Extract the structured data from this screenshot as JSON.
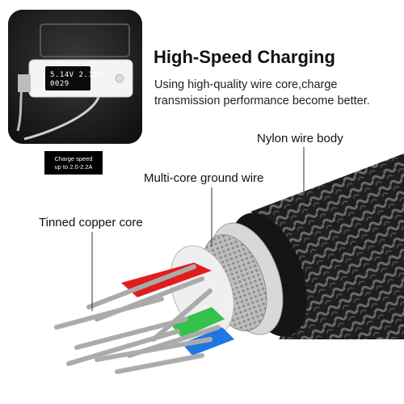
{
  "header": {
    "title": "High-Speed Charging",
    "subtitle": "Using high-quality wire core,charge transmission performance become better."
  },
  "meter": {
    "readout_line1": "5.14V 2.13A",
    "readout_line2": "0029"
  },
  "badge": {
    "line1": "Charge speed",
    "line2": "up to 2.0-2.2A"
  },
  "callouts": {
    "nylon": "Nylon wire body",
    "ground": "Multi-core ground wire",
    "copper": "Tinned copper core"
  },
  "colors": {
    "red_wire": "#e01e1e",
    "green_wire": "#33c24a",
    "blue_wire": "#1f78e0",
    "braid": "#2a2a2a"
  }
}
